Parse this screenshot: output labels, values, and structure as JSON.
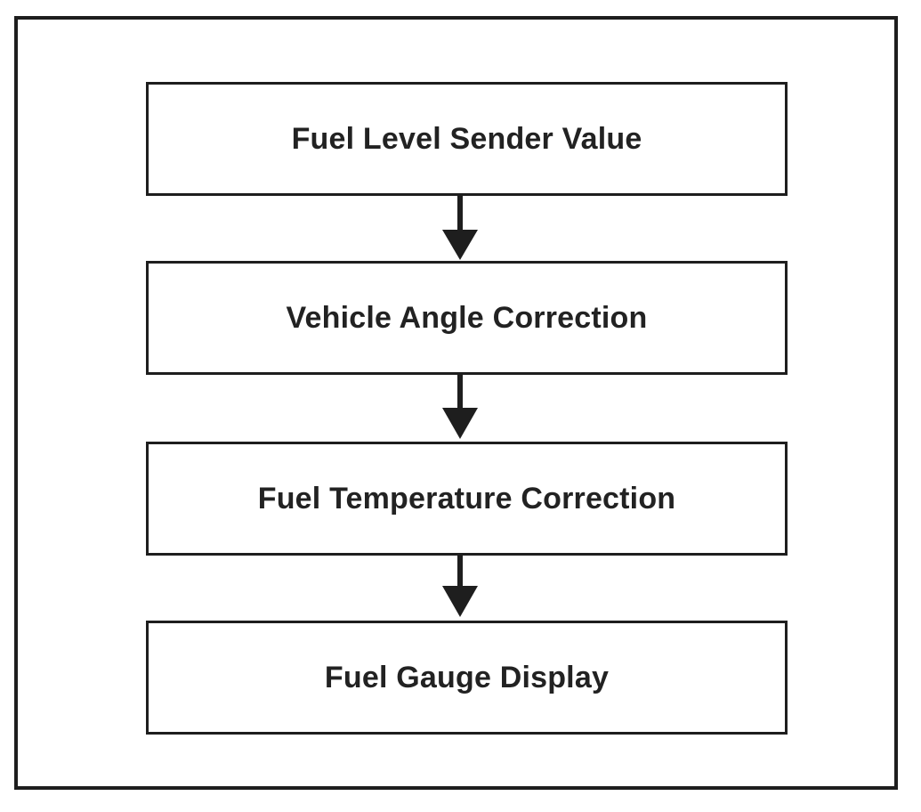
{
  "diagram": {
    "nodes": [
      {
        "label": "Fuel Level Sender Value"
      },
      {
        "label": "Vehicle Angle Correction"
      },
      {
        "label": "Fuel Temperature Correction"
      },
      {
        "label": "Fuel Gauge Display"
      }
    ],
    "edges": [
      {
        "from": 0,
        "to": 1
      },
      {
        "from": 1,
        "to": 2
      },
      {
        "from": 2,
        "to": 3
      }
    ],
    "colors": {
      "stroke": "#1e1e1e",
      "text": "#222222",
      "background": "#ffffff"
    }
  }
}
